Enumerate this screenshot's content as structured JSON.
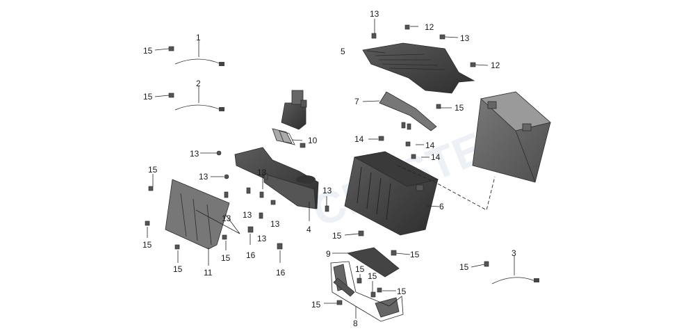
{
  "watermark_text": "CRESTER",
  "callouts": [
    "1",
    "2",
    "3",
    "4",
    "5",
    "6",
    "7",
    "8",
    "9",
    "10",
    "11",
    "12",
    "13",
    "14",
    "15",
    "16"
  ],
  "colors": {
    "part_fill_dark": "#4a4a4a",
    "part_fill_mid": "#6b6b6b",
    "part_fill_light": "#8c8c8c",
    "line": "#222222",
    "watermark": "#dfe6ee"
  }
}
